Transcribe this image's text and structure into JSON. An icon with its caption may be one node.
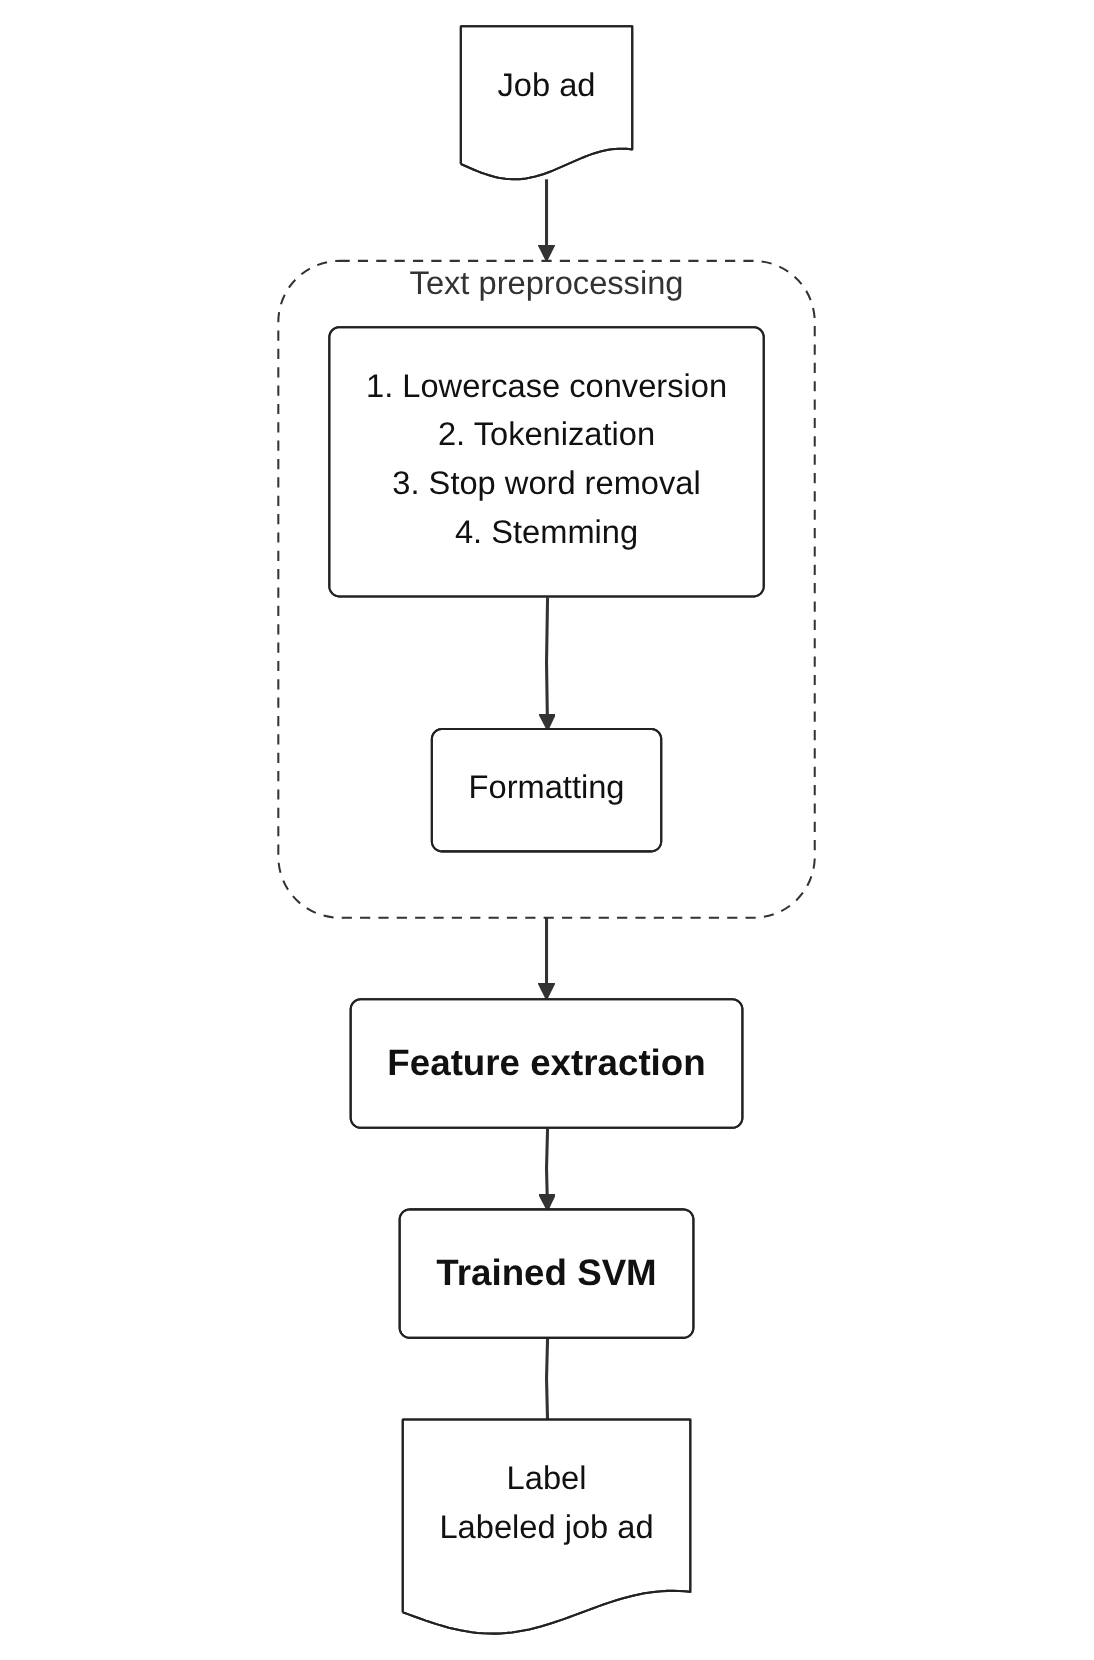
{
  "diagram": {
    "nodes": [
      {
        "text": [
          "Job ad"
        ]
      },
      {
        "text": [
          "Text preprocessing"
        ]
      },
      {
        "text": [
          "1. Lowercase conversion",
          "2. Tokenization",
          "3. Stop word removal",
          "4. Stemming"
        ],
        "in": 1
      },
      {
        "text": [
          "Formatting"
        ],
        "in": 1
      },
      {
        "text": [
          "Feature extraction"
        ]
      },
      {
        "text": [
          "Trained SVM"
        ]
      },
      {
        "text": [
          "Label",
          "Labeled job ad"
        ]
      }
    ],
    "edges": [
      {
        "from": 0,
        "to": 1,
        "arrow": "to"
      },
      {
        "from": 2,
        "to": 3,
        "arrow": "to"
      },
      {
        "from": 1,
        "to": 4,
        "arrow": "to"
      },
      {
        "from": 4,
        "to": 5,
        "arrow": "to"
      },
      {
        "from": 5,
        "to": 6,
        "arrow": "none"
      }
    ]
  }
}
